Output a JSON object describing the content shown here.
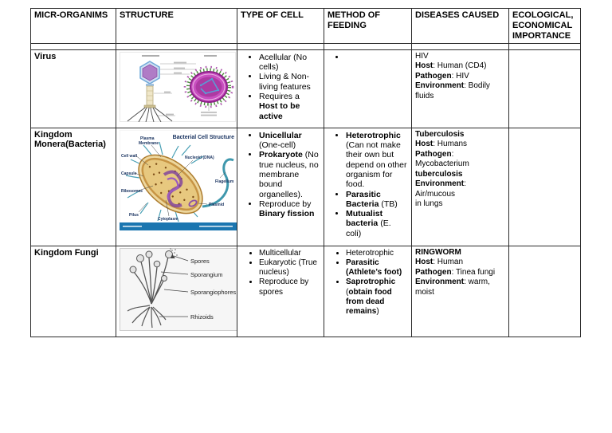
{
  "table": {
    "headers": [
      "MICR-ORGANIMS",
      "STRUCTURE",
      "TYPE OF CELL",
      "METHOD OF FEEDING",
      "DISEASES CAUSED",
      "ECOLOGICAL, ECONOMICAL IMPORTANCE"
    ],
    "rows": {
      "virus": {
        "organism": "Virus",
        "type_of_cell": [
          [
            {
              "t": "Acellular (No cells)"
            }
          ],
          [
            {
              "t": "Living & Non-living features"
            }
          ],
          [
            {
              "t": "Requires a "
            },
            {
              "t": "Host to be active",
              "b": true
            }
          ]
        ],
        "feeding": [
          []
        ],
        "diseases": [
          [
            {
              "t": "HIV"
            }
          ],
          [
            {
              "t": "Host",
              "b": true
            },
            {
              "t": ": Human (CD4)"
            }
          ],
          [
            {
              "t": "Pathogen",
              "b": true
            },
            {
              "t": ": HIV"
            }
          ],
          [
            {
              "t": "Environment",
              "b": true
            },
            {
              "t": ": Bodily fluids"
            }
          ]
        ],
        "importance": ""
      },
      "monera": {
        "organism": "Kingdom Monera(Bacteria)",
        "type_of_cell": [
          [
            {
              "t": "Unicellular",
              "b": true
            },
            {
              "t": " (One-cell)"
            }
          ],
          [
            {
              "t": "Prokaryote",
              "b": true
            },
            {
              "t": " (No true nucleus, no membrane bound organelles)."
            }
          ],
          [
            {
              "t": "Reproduce by "
            },
            {
              "t": "Binary fission",
              "b": true
            }
          ]
        ],
        "feeding": [
          [
            {
              "t": "Heterotrophic",
              "b": true
            },
            {
              "t": " (Can not make their own but depend on other organism for food."
            }
          ],
          [
            {
              "t": "Parasitic Bacteria",
              "b": true
            },
            {
              "t": " (TB)"
            }
          ],
          [
            {
              "t": "Mutualist bacteria",
              "b": true
            },
            {
              "t": " (E. coli)"
            }
          ]
        ],
        "diseases": [
          [
            {
              "t": "Tuberculosis",
              "b": true
            }
          ],
          [
            {
              "t": "Host",
              "b": true
            },
            {
              "t": ":  Humans"
            }
          ],
          [
            {
              "t": "Pathogen",
              "b": true
            },
            {
              "t": ": Mycobacterium"
            }
          ],
          [
            {
              "t": "tuberculosis",
              "b": true
            }
          ],
          [
            {
              "t": "Environment",
              "b": true
            },
            {
              "t": ": Air/mucous"
            }
          ],
          [
            {
              "t": "in lungs"
            }
          ]
        ],
        "importance": ""
      },
      "fungi": {
        "organism": "Kingdom Fungi",
        "type_of_cell": [
          [
            {
              "t": "Multicellular"
            }
          ],
          [
            {
              "t": "Eukaryotic (True nucleus)"
            }
          ],
          [
            {
              "t": "Reproduce by spores"
            }
          ]
        ],
        "feeding": [
          [
            {
              "t": "Heterotrophic"
            }
          ],
          [
            {
              "t": "Parasitic (Athlete’s foot)",
              "b": true
            }
          ],
          [
            {
              "t": "Saprotrophic",
              "b": true
            },
            {
              "t": " ("
            },
            {
              "t": "obtain food from dead remains",
              "b": true
            },
            {
              "t": ")"
            }
          ]
        ],
        "diseases": [
          [
            {
              "t": "RINGWORM",
              "b": true
            }
          ],
          [
            {
              "t": "Host",
              "b": true
            },
            {
              "t": ": Human"
            }
          ],
          [
            {
              "t": "Pathogen",
              "b": true
            },
            {
              "t": ": Tinea fungi"
            }
          ],
          [
            {
              "t": "Environment",
              "b": true
            },
            {
              "t": ": warm,"
            }
          ],
          [
            {
              "t": "moist"
            }
          ]
        ],
        "importance": ""
      }
    }
  },
  "images": {
    "virus": {
      "alt": "bacteriophage-and-influenza-virus-diagram"
    },
    "bacteria": {
      "title": "Bacterial Cell Structure",
      "labels": {
        "plasma1": "Plasma",
        "plasma2": "Membrane",
        "cellwall": "Cell wall",
        "capsule": "Capsule",
        "ribosomes": "Ribosomes",
        "pilus": "Pilus",
        "cytoplasm": "Cytoplasm",
        "nucleoid": "Nucleoid (DNA)",
        "plasmid": "Plasmid",
        "flagellum": "Flagellum"
      }
    },
    "fungi": {
      "labels": {
        "spores": "Spores",
        "sporangium": "Sporangium",
        "sporangiophores": "Sporangiophores",
        "rhizoids": "Rhizoids"
      }
    }
  },
  "colors": {
    "border": "#2b2b2b",
    "bacteria_body": "#e7c87f",
    "bacteria_capsule": "#edd79e",
    "flagella_teal": "#3f98ad",
    "nucleoid_purple": "#7d3f9e",
    "influenza_magenta": "#c94fc0",
    "watermark_blue": "#1b76b0"
  }
}
